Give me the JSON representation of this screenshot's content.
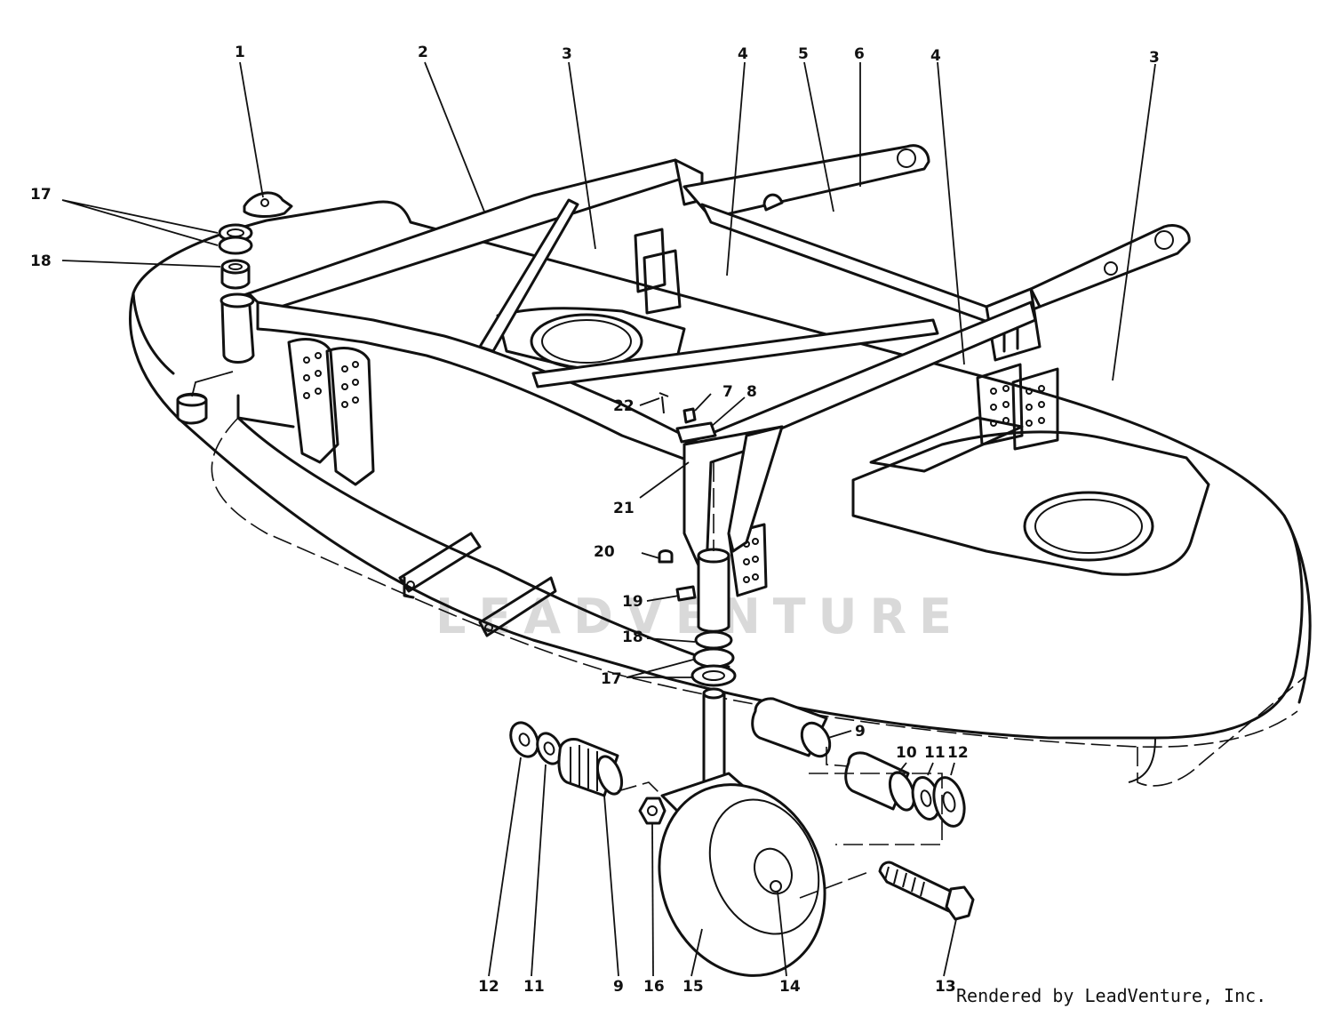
{
  "callouts": [
    "1",
    "2",
    "3",
    "4",
    "5",
    "6",
    "4",
    "3",
    "17",
    "18",
    "22",
    "7",
    "8",
    "21",
    "20",
    "19",
    "18",
    "17",
    "9",
    "10",
    "11",
    "12",
    "12",
    "11",
    "9",
    "16",
    "15",
    "14",
    "13"
  ],
  "watermark": "LEADVENTURE",
  "credit": "Rendered by LeadVenture, Inc."
}
